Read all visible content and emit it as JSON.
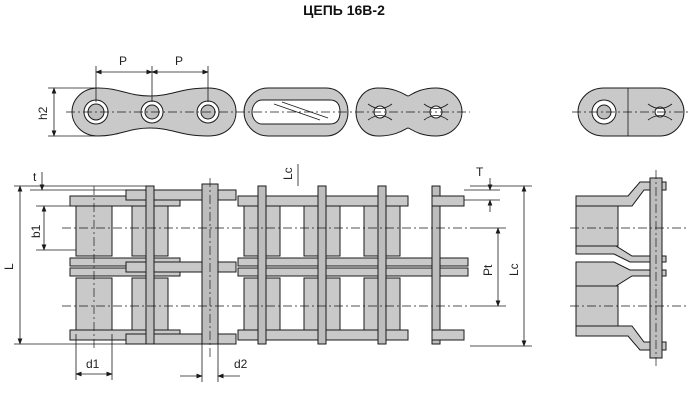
{
  "title": "ЦЕПЬ 16B-2",
  "labels": {
    "p1": "P",
    "p2": "P",
    "h2": "h2",
    "t_small": "t",
    "lc_top": "Lc",
    "T": "T",
    "b1": "b1",
    "L": "L",
    "Pt": "Pt",
    "lc_right": "Lc",
    "d1": "d1",
    "d2": "d2"
  }
}
